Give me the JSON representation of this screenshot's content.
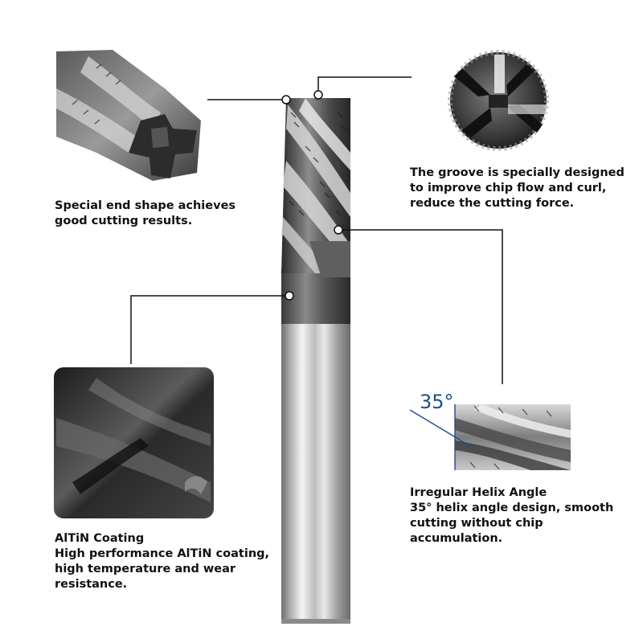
{
  "captions": {
    "end_shape": {
      "lines": [
        "Special end shape achieves",
        "good cutting results."
      ]
    },
    "groove": {
      "lines": [
        "The groove is specially designed",
        "to improve chip flow and curl,",
        "reduce the cutting force."
      ]
    },
    "helix": {
      "lines": [
        "Irregular Helix Angle",
        "35° helix angle design, smooth",
        "cutting without chip accumulation."
      ]
    },
    "coating": {
      "lines": [
        "AlTiN Coating",
        "High performance AlTiN coating,",
        "high temperature and wear",
        "resistance."
      ]
    }
  },
  "helix_angle_label": "35°",
  "colors": {
    "leader_line": "#111111",
    "angle_line": "#1f4e8c",
    "tool_dark": "#2b2b2b",
    "tool_light": "#d9d9d9"
  }
}
